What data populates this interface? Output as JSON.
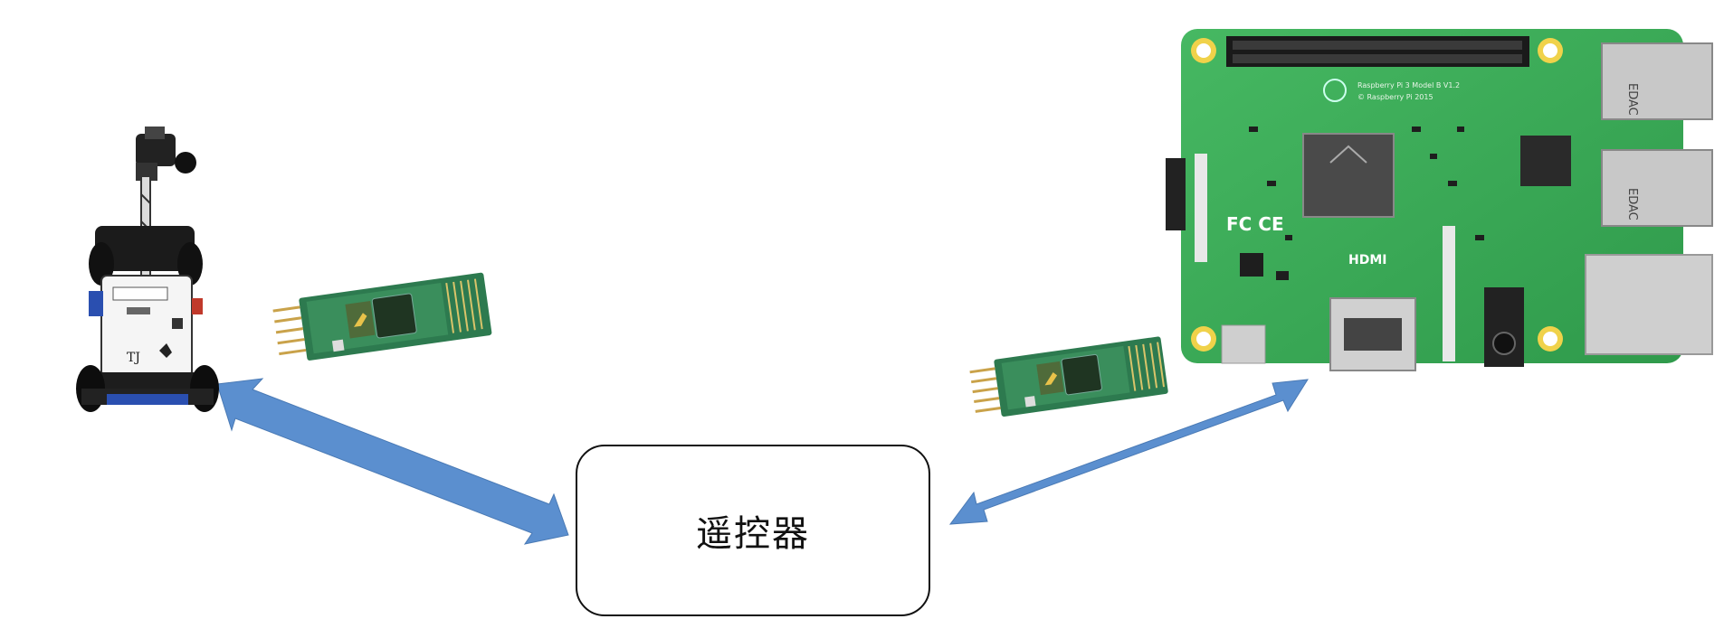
{
  "diagram": {
    "center_node": {
      "label": "遥控器"
    },
    "nodes": [
      {
        "id": "robot-car",
        "kind": "image",
        "icon": "robot-car-icon"
      },
      {
        "id": "bluetooth-module-left",
        "kind": "image",
        "icon": "bluetooth-module-icon"
      },
      {
        "id": "bluetooth-module-right",
        "kind": "image",
        "icon": "bluetooth-module-icon"
      },
      {
        "id": "raspberry-pi-board",
        "kind": "image",
        "icon": "raspberry-pi-board-icon",
        "board_text": {
          "model": "Raspberry Pi 3 Model B V1.2",
          "copyright": "© Raspberry Pi 2015",
          "hdmi": "HDMI",
          "usb": "EDAC"
        }
      }
    ],
    "edges": [
      {
        "from": "robot-car",
        "to": "remote",
        "bidirectional": true
      },
      {
        "from": "remote",
        "to": "raspberry-pi-board",
        "bidirectional": true
      }
    ],
    "colors": {
      "arrow": "#5b8fcf",
      "arrow_stroke": "#4a7ab5",
      "pcb_green": "#3fae5a",
      "box_border": "#111111"
    }
  },
  "car_text": "TJ"
}
